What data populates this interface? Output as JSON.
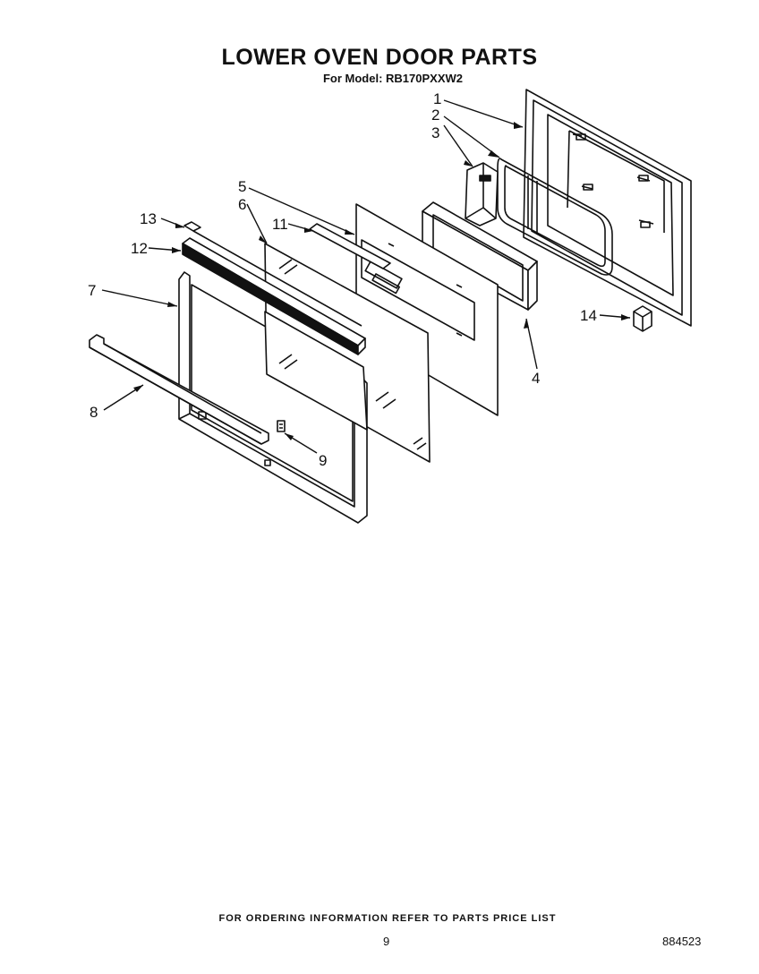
{
  "header": {
    "title": "LOWER OVEN DOOR PARTS",
    "subtitle": "For Model: RB170PXXW2"
  },
  "callouts": [
    "1",
    "2",
    "3",
    "4",
    "5",
    "6",
    "7",
    "8",
    "9",
    "11",
    "12",
    "13",
    "14"
  ],
  "footer": {
    "note": "FOR ORDERING INFORMATION REFER TO PARTS PRICE LIST",
    "page": "9",
    "doc_number": "884523"
  }
}
